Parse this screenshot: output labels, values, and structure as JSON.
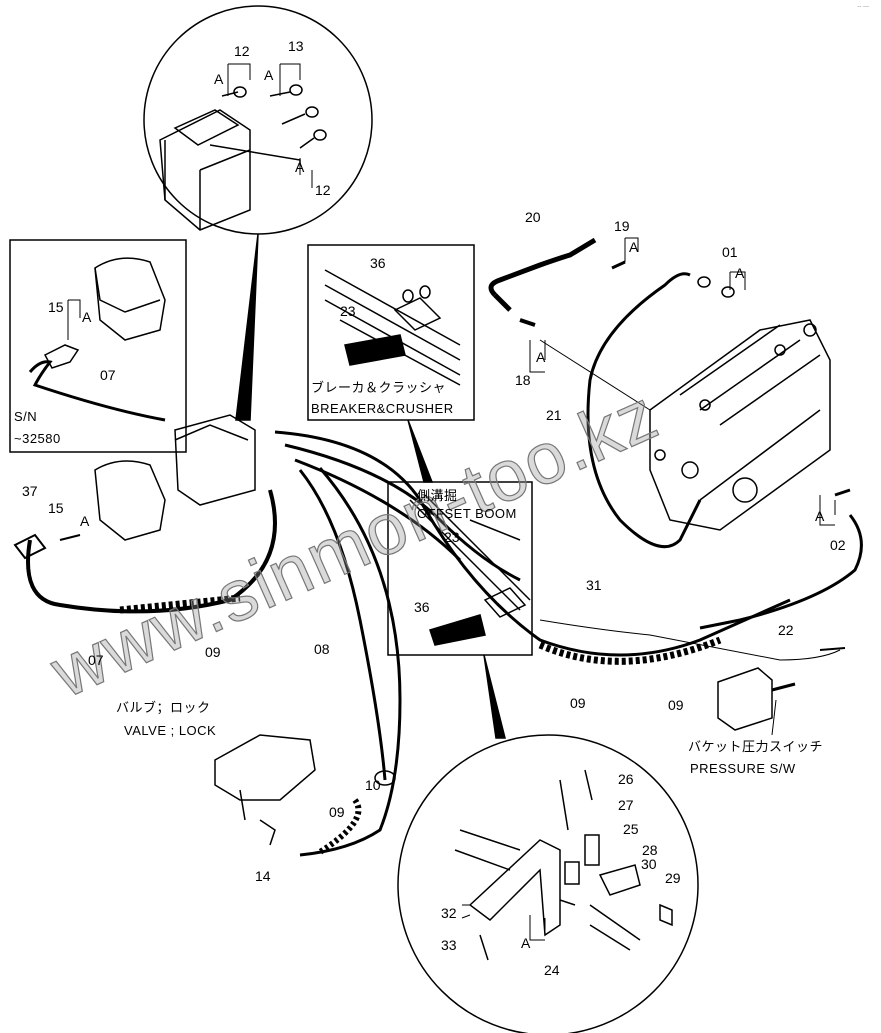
{
  "corner_mark": "-- ---",
  "watermark": "www.sinmon-too.kz",
  "captions": {
    "sn_label": "S/N",
    "sn_range": "~32580",
    "breaker_jp": "ブレーカ＆クラッシャ",
    "breaker_en": "BREAKER&CRUSHER",
    "offset_jp": "側溝掘",
    "offset_en": "OFFSET BOOM",
    "valve_jp": "バルブ；ロック",
    "valve_en": "VALVE ; LOCK",
    "switch_jp": "バケット圧力スイッチ",
    "switch_en": "PRESSURE S/W"
  },
  "part_labels": [
    "12",
    "A",
    "13",
    "A",
    "A",
    "12",
    "36",
    "23",
    "15",
    "A",
    "07",
    "20",
    "19",
    "A",
    "01",
    "A",
    "18",
    "A",
    "21",
    "37",
    "15",
    "A",
    "07",
    "09",
    "23",
    "36",
    "31",
    "22",
    "02",
    "A",
    "08",
    "09",
    "09",
    "10",
    "09",
    "14",
    "26",
    "27",
    "25",
    "28",
    "30",
    "29",
    "32",
    "A",
    "33",
    "24"
  ]
}
